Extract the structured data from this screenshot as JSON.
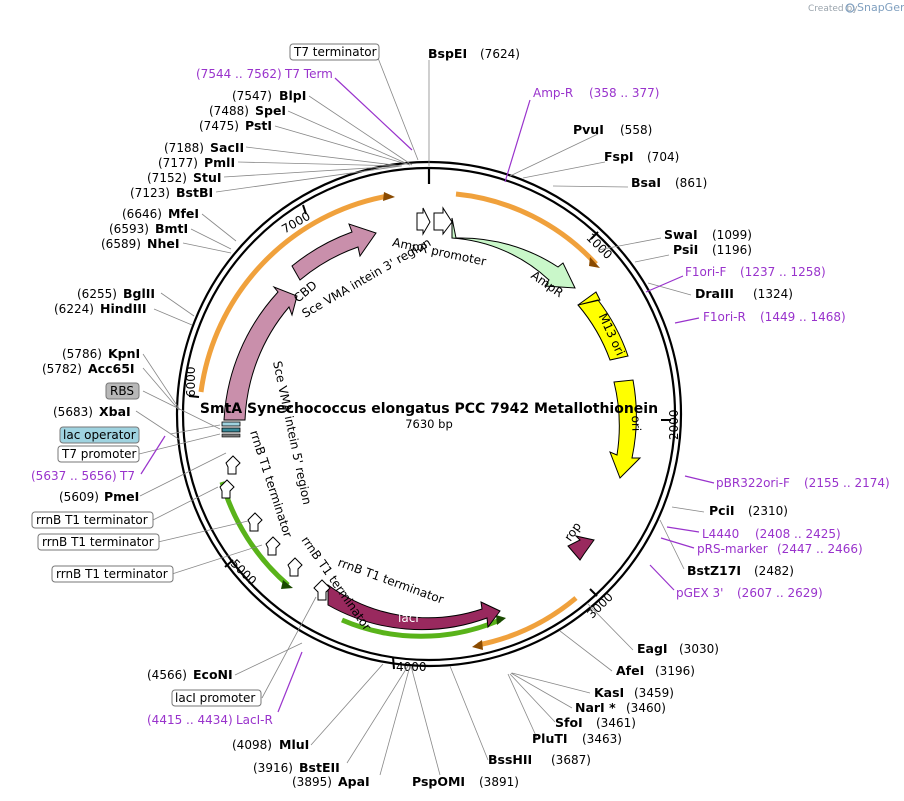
{
  "credit": {
    "created_by": "Created by",
    "brand": "SnapGene"
  },
  "plasmid": {
    "name": "SmtA Synechococcus elongatus PCC 7942 Metallothionein",
    "length_label": "7630 bp"
  },
  "ticks": [
    "1000",
    "2000",
    "3000",
    "4000",
    "5000",
    "6000",
    "7000"
  ],
  "sites": [
    {
      "name": "BspEI",
      "pos": "(7624)"
    },
    {
      "name": "PvuI",
      "pos": "(558)"
    },
    {
      "name": "FspI",
      "pos": "(704)"
    },
    {
      "name": "BsaI",
      "pos": "(861)"
    },
    {
      "name": "SwaI",
      "pos": "(1099)"
    },
    {
      "name": "PsiI",
      "pos": "(1196)"
    },
    {
      "name": "DraIII",
      "pos": "(1324)"
    },
    {
      "name": "PciI",
      "pos": "(2310)"
    },
    {
      "name": "BstZ17I",
      "pos": "(2482)"
    },
    {
      "name": "EagI",
      "pos": "(3030)"
    },
    {
      "name": "AfeI",
      "pos": "(3196)"
    },
    {
      "name": "KasI",
      "pos": "(3459)"
    },
    {
      "name": "NarI *",
      "pos": "(3460)"
    },
    {
      "name": "SfoI",
      "pos": "(3461)"
    },
    {
      "name": "PluTI",
      "pos": "(3463)"
    },
    {
      "name": "BssHII",
      "pos": "(3687)"
    },
    {
      "name": "PspOMI",
      "pos": "(3891)"
    },
    {
      "name": "ApaI",
      "pos": "(3895)"
    },
    {
      "name": "BstEII",
      "pos": "(3916)"
    },
    {
      "name": "MluI",
      "pos": "(4098)"
    },
    {
      "name": "EcoNI",
      "pos": "(4566)"
    },
    {
      "name": "PmeI",
      "pos": "(5609)"
    },
    {
      "name": "XbaI",
      "pos": "(5683)"
    },
    {
      "name": "Acc65I",
      "pos": "(5782)"
    },
    {
      "name": "KpnI",
      "pos": "(5786)"
    },
    {
      "name": "HindIII",
      "pos": "(6224)"
    },
    {
      "name": "BglII",
      "pos": "(6255)"
    },
    {
      "name": "NheI",
      "pos": "(6589)"
    },
    {
      "name": "BmtI",
      "pos": "(6593)"
    },
    {
      "name": "MfeI",
      "pos": "(6646)"
    },
    {
      "name": "BstBI",
      "pos": "(7123)"
    },
    {
      "name": "StuI",
      "pos": "(7152)"
    },
    {
      "name": "PmlI",
      "pos": "(7177)"
    },
    {
      "name": "SacII",
      "pos": "(7188)"
    },
    {
      "name": "PstI",
      "pos": "(7475)"
    },
    {
      "name": "SpeI",
      "pos": "(7488)"
    },
    {
      "name": "BlpI",
      "pos": "(7547)"
    }
  ],
  "primers": [
    {
      "name": "Amp-R",
      "range": "(358 .. 377)"
    },
    {
      "name": "F1ori-F",
      "range": "(1237 .. 1258)"
    },
    {
      "name": "F1ori-R",
      "range": "(1449 .. 1468)"
    },
    {
      "name": "pBR322ori-F",
      "range": "(2155 .. 2174)"
    },
    {
      "name": "L4440",
      "range": "(2408 .. 2425)"
    },
    {
      "name": "pRS-marker",
      "range": "(2447 .. 2466)"
    },
    {
      "name": "pGEX 3'",
      "range": "(2607 .. 2629)"
    },
    {
      "name": "LacI-R",
      "range": "(4415 .. 4434)"
    },
    {
      "name": "T7",
      "range": "(5637 .. 5656)"
    },
    {
      "name": "T7 Term",
      "range": "(7544 .. 7562)"
    }
  ],
  "boxed_labels": [
    {
      "text": "T7 terminator"
    },
    {
      "text": "RBS"
    },
    {
      "text": "lac operator"
    },
    {
      "text": "T7 promoter"
    },
    {
      "text": "rrnB T1 terminator"
    },
    {
      "text": "rrnB T1 terminator"
    },
    {
      "text": "rrnB T1 terminator"
    },
    {
      "text": "lacI promoter"
    }
  ],
  "features": {
    "ampr_promoter": "AmpR promoter",
    "ampr": "AmpR",
    "m13_ori": "M13 ori",
    "ori": "ori",
    "rop": "rop",
    "laci": "lacI",
    "rrnb_1": "rrnB T1 terminator",
    "rrnb_2": "rrnB T1 terminator",
    "rrnb_3": "rrnB T1 terminator",
    "sce5": "Sce VMA intein 5' region",
    "cbd": "CBD",
    "sce3": "Sce VMA intein 3' region"
  },
  "colors": {
    "ampr": "#c9f7c9",
    "m13_ori": "#ffff00",
    "ori": "#ffff00",
    "rop": "#99295e",
    "laci": "#99295e",
    "cbd": "#c98fab",
    "sce": "#c98fab",
    "orange_arc": "#f0a13c",
    "green_arc": "#59b31a",
    "primer": "#9933cc",
    "lac_operator": "#9fd3e0",
    "rbs": "#b8b8b8"
  }
}
